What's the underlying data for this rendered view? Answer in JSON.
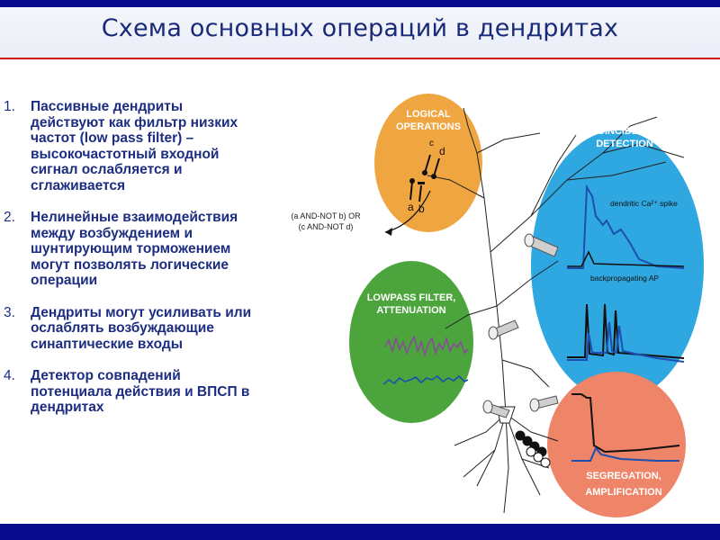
{
  "title": "Схема основных операций в дендритах",
  "items": [
    {
      "num": "1.",
      "text": "Пассивные дендриты действуют как фильтр низких частот (low pass filter) – высокочастотный входной сигнал ослабляется и сглаживается"
    },
    {
      "num": "2.",
      "text": "Нелинейные взаимодействия между возбуждением и шунтирующим торможением могут позволять логические операции"
    },
    {
      "num": "3.",
      "text": "Дендриты могут усиливать или ослаблять возбуждающие синаптические входы"
    },
    {
      "num": "4.",
      "text": "Детектор совпадений потенциала действия и ВПСП в дендритах"
    }
  ],
  "figure": {
    "logical_line1": "LOGICAL",
    "logical_line2": "OPERATIONS",
    "syn_c": "c",
    "syn_d": "d",
    "syn_a": "a",
    "syn_b": "b",
    "logic_expr_line1": "(a AND-NOT b) OR",
    "logic_expr_line2": "(c AND-NOT d)",
    "coincidence_line1": "COINCIDENCE",
    "coincidence_line2": "DETECTION",
    "ca_spike_label": "dendritic Ca²⁺ spike",
    "bap_label": "backpropagating AP",
    "lowpass_line1": "LOWPASS FILTER,",
    "lowpass_line2": "ATTENUATION",
    "segregation_line1": "SEGREGATION,",
    "segregation_line2": "AMPLIFICATION",
    "colors": {
      "orange": "#f0a640",
      "blue": "#2fa7e0",
      "green": "#4ba53c",
      "salmon": "#ee8468",
      "trace_purple": "#8a4a9a",
      "trace_blue": "#1c4fb0"
    }
  }
}
